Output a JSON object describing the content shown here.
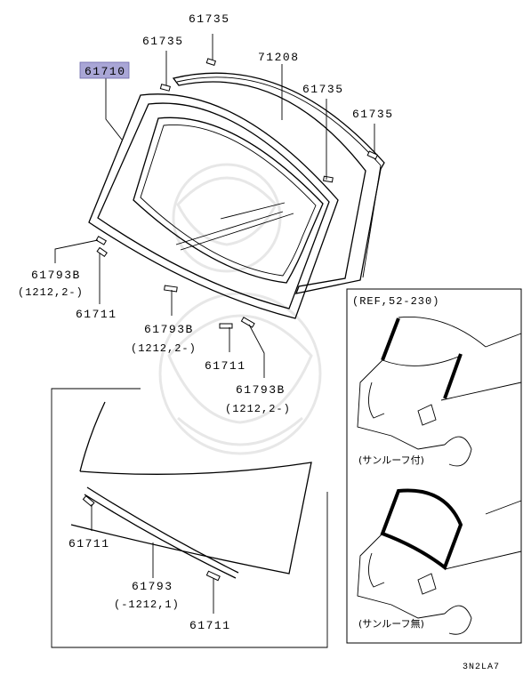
{
  "diagram": {
    "highlight_color": "#a9a6d6",
    "labels": {
      "windshield_part": "61710",
      "frame_part": "71208",
      "top_clip_1": "61735",
      "top_clip_2": "61735",
      "right_clip_1": "61735",
      "right_clip_2": "61735",
      "molding_left": "61793B",
      "molding_left_range": "(1212,2-)",
      "spacer_left": "61711",
      "molding_center": "61793B",
      "molding_center_range": "(1212,2-)",
      "spacer_center": "61711",
      "molding_right": "61793B",
      "molding_right_range": "(1212,2-)",
      "inset_spacer_left": "61711",
      "inset_molding": "61793",
      "inset_molding_range": "(-1212,1)",
      "inset_spacer_bottom": "61711",
      "ref_label": "(REF,52-230)",
      "car_top_caption": "(サンルーフ付)",
      "car_bottom_caption": "(サンルーフ無)",
      "diagram_code": "3N2LA7"
    }
  }
}
